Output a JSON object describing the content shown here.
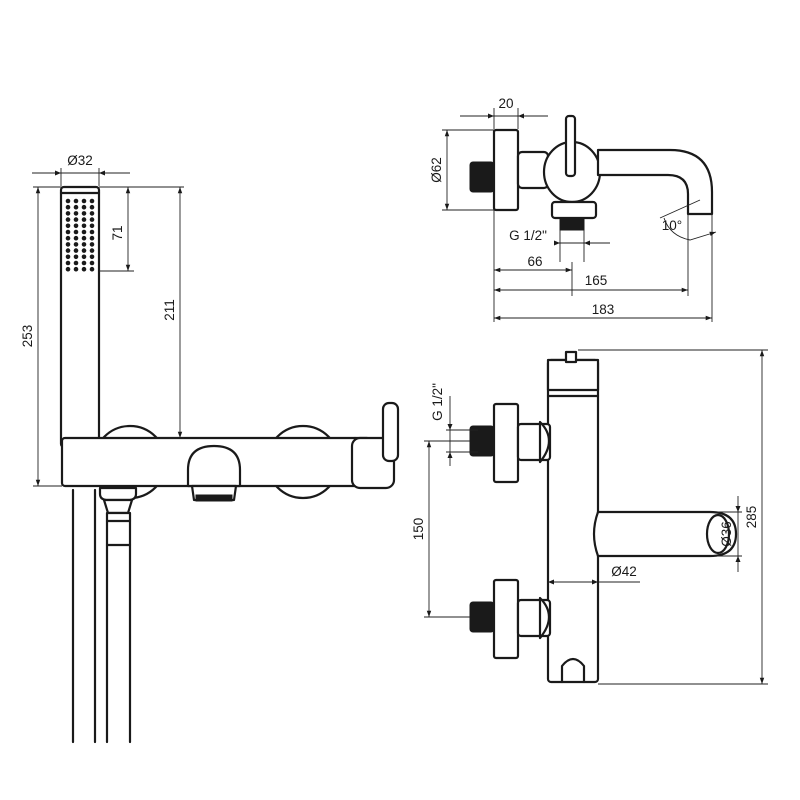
{
  "drawing": {
    "dimensions": {
      "handshower_diameter": "Ø32",
      "spray_height": "71",
      "handshower_to_body": "211",
      "total_handshower_height": "253",
      "escutcheon_width": "20",
      "escutcheon_diameter": "Ø62",
      "side_thread": "G 1/2\"",
      "inlet_offset": "66",
      "spout_projection": "165",
      "total_depth": "183",
      "spout_angle": "10°",
      "front_thread": "G 1/2\"",
      "inlet_spacing": "150",
      "body_diameter": "Ø42",
      "spout_diameter": "Ø36",
      "total_height": "285"
    }
  }
}
